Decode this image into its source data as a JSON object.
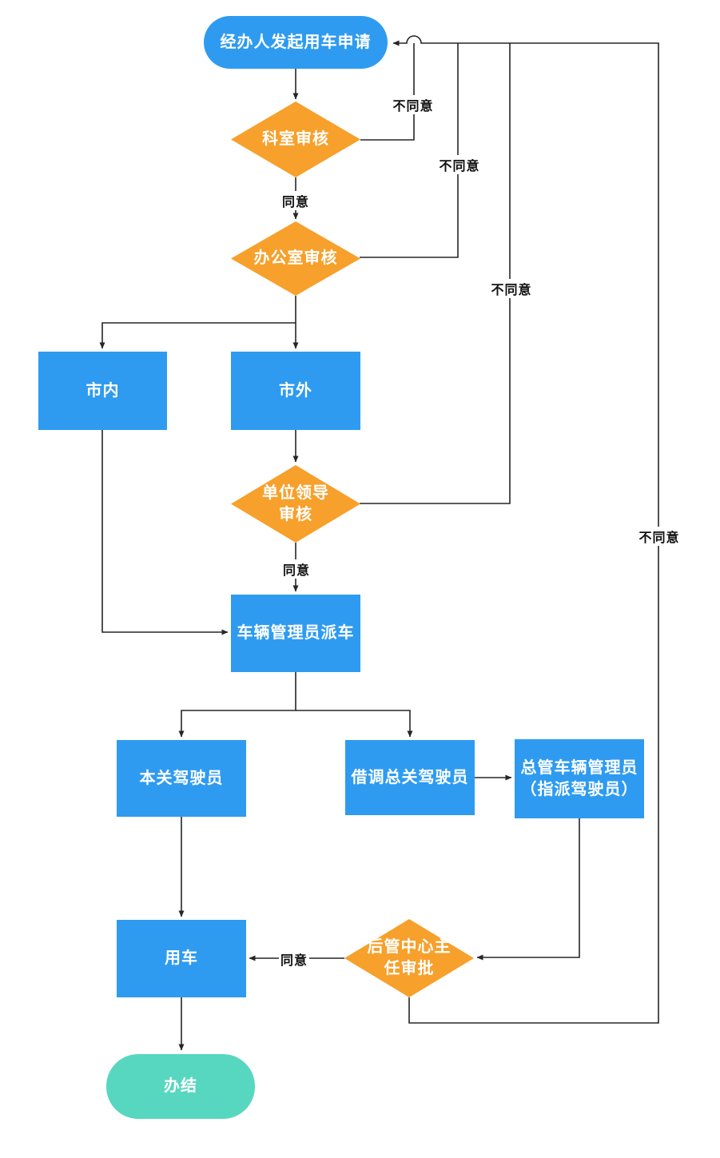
{
  "colors": {
    "process_blue": "#2E9BF0",
    "decision_orange": "#F7A02B",
    "terminal_teal": "#57D7BF",
    "connector_line": "#262626",
    "node_text": "#FFFFFF",
    "edge_label_text": "#111111",
    "background": "#FFFFFF"
  },
  "nodes": {
    "start": {
      "type": "start-terminal",
      "label": "经办人发起用车申请"
    },
    "dept_review": {
      "type": "decision",
      "label": "科室审核"
    },
    "office_review": {
      "type": "decision",
      "label": "办公室审核"
    },
    "in_city": {
      "type": "process",
      "label": "市内"
    },
    "out_city": {
      "type": "process",
      "label": "市外"
    },
    "leader_review": {
      "type": "decision",
      "label": "单位领导\n审核"
    },
    "dispatch": {
      "type": "process",
      "label": "车辆管理员派车"
    },
    "local_driver": {
      "type": "process",
      "label": "本关驾驶员"
    },
    "borrowed_driver": {
      "type": "process",
      "label": "借调总关驾驶员"
    },
    "hq_admin": {
      "type": "process",
      "label": "总管车辆管理员\n（指派驾驶员）"
    },
    "director_approval": {
      "type": "decision",
      "label": "后管中心主\n任审批"
    },
    "use_vehicle": {
      "type": "process",
      "label": "用车"
    },
    "end": {
      "type": "end-terminal",
      "label": "办结"
    }
  },
  "edges": [
    {
      "from": "start",
      "to": "dept_review",
      "label": ""
    },
    {
      "from": "dept_review",
      "to": "office_review",
      "label": "同意"
    },
    {
      "from": "office_review",
      "to": "in_city",
      "label": ""
    },
    {
      "from": "office_review",
      "to": "out_city",
      "label": ""
    },
    {
      "from": "out_city",
      "to": "leader_review",
      "label": ""
    },
    {
      "from": "leader_review",
      "to": "dispatch",
      "label": "同意"
    },
    {
      "from": "in_city",
      "to": "dispatch",
      "label": ""
    },
    {
      "from": "dispatch",
      "to": "local_driver",
      "label": ""
    },
    {
      "from": "dispatch",
      "to": "borrowed_driver",
      "label": ""
    },
    {
      "from": "local_driver",
      "to": "use_vehicle",
      "label": ""
    },
    {
      "from": "borrowed_driver",
      "to": "hq_admin",
      "label": ""
    },
    {
      "from": "hq_admin",
      "to": "director_approval",
      "label": ""
    },
    {
      "from": "director_approval",
      "to": "use_vehicle",
      "label": "同意"
    },
    {
      "from": "director_approval",
      "to": "start",
      "label": "不同意"
    },
    {
      "from": "dept_review",
      "to": "start",
      "label": "不同意"
    },
    {
      "from": "office_review",
      "to": "start",
      "label": "不同意"
    },
    {
      "from": "leader_review",
      "to": "start",
      "label": "不同意"
    },
    {
      "from": "use_vehicle",
      "to": "end",
      "label": ""
    }
  ]
}
